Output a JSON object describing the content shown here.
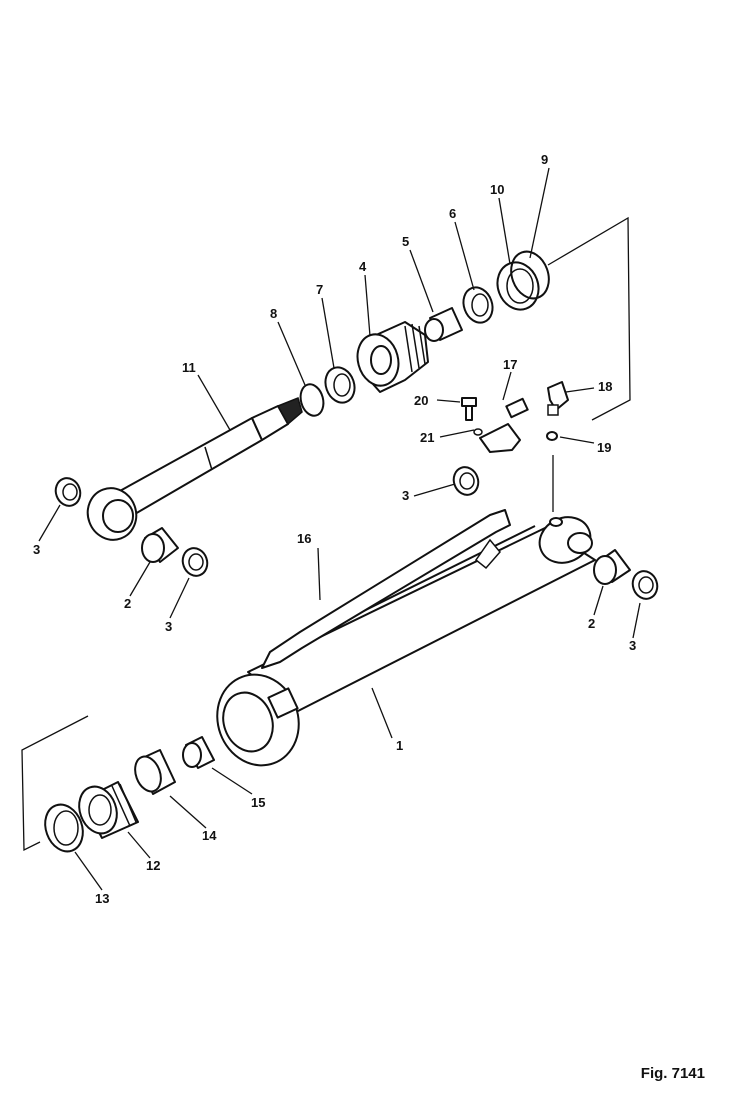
{
  "figure": {
    "caption": "Fig. 7141"
  },
  "callouts": {
    "c1": "1",
    "c2a": "2",
    "c2b": "2",
    "c3a": "3",
    "c3b": "3",
    "c3c": "3",
    "c3d": "3",
    "c4": "4",
    "c5": "5",
    "c6": "6",
    "c7": "7",
    "c8": "8",
    "c9": "9",
    "c10": "10",
    "c11": "11",
    "c12": "12",
    "c13": "13",
    "c14": "14",
    "c15": "15",
    "c16": "16",
    "c17": "17",
    "c18": "18",
    "c19": "19",
    "c20": "20",
    "c21": "21"
  }
}
